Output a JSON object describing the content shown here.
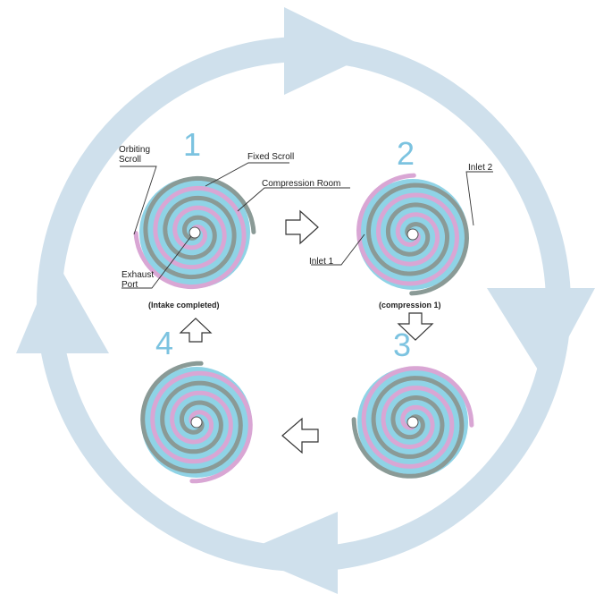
{
  "colors": {
    "cycle": "#cfe0ec",
    "scroll_pink": "#d9a6d4",
    "scroll_grey": "#8a9a96",
    "fluid": "#8fd3e6",
    "step_number": "#7cc3e0",
    "ink": "#222222"
  },
  "stages": [
    {
      "number": "1",
      "caption": "(Intake completed)"
    },
    {
      "number": "2",
      "caption": "(compression 1)"
    },
    {
      "number": "3",
      "caption": ""
    },
    {
      "number": "4",
      "caption": ""
    }
  ],
  "labels": {
    "orbiting_scroll": "Orbiting\nScroll",
    "fixed_scroll": "Fixed Scroll",
    "compression_room": "Compression Room",
    "exhaust_port": "Exhaust\nPort",
    "inlet_1": "Inlet 1",
    "inlet_2": "Inlet 2"
  }
}
